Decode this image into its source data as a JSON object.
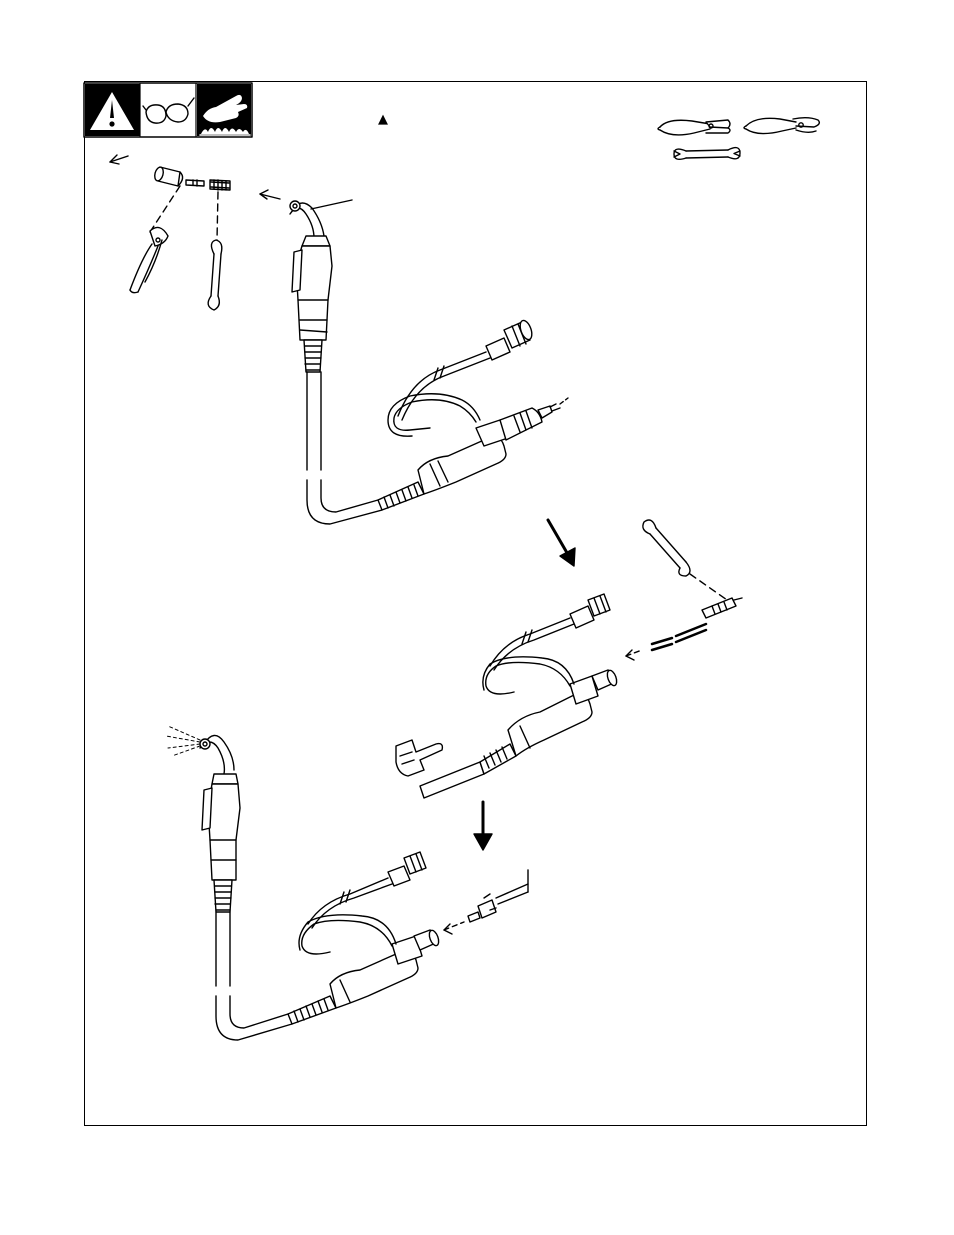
{
  "figure": {
    "title": "",
    "ink_color": "#000000",
    "background_color": "#ffffff"
  },
  "safety_icons": [
    {
      "name": "warning-triangle-icon"
    },
    {
      "name": "safety-glasses-icon"
    },
    {
      "name": "hot-surface-hand-icon"
    }
  ],
  "marker_symbol": "▲",
  "tools": [
    {
      "name": "diagonal-cutters-icon"
    },
    {
      "name": "slip-joint-pliers-icon"
    },
    {
      "name": "open-end-wrench-icon"
    }
  ],
  "steps": [
    {
      "name": "step-remove-nozzle-tip"
    },
    {
      "name": "step-remove-liner"
    },
    {
      "name": "step-blow-out-install-liner"
    }
  ]
}
